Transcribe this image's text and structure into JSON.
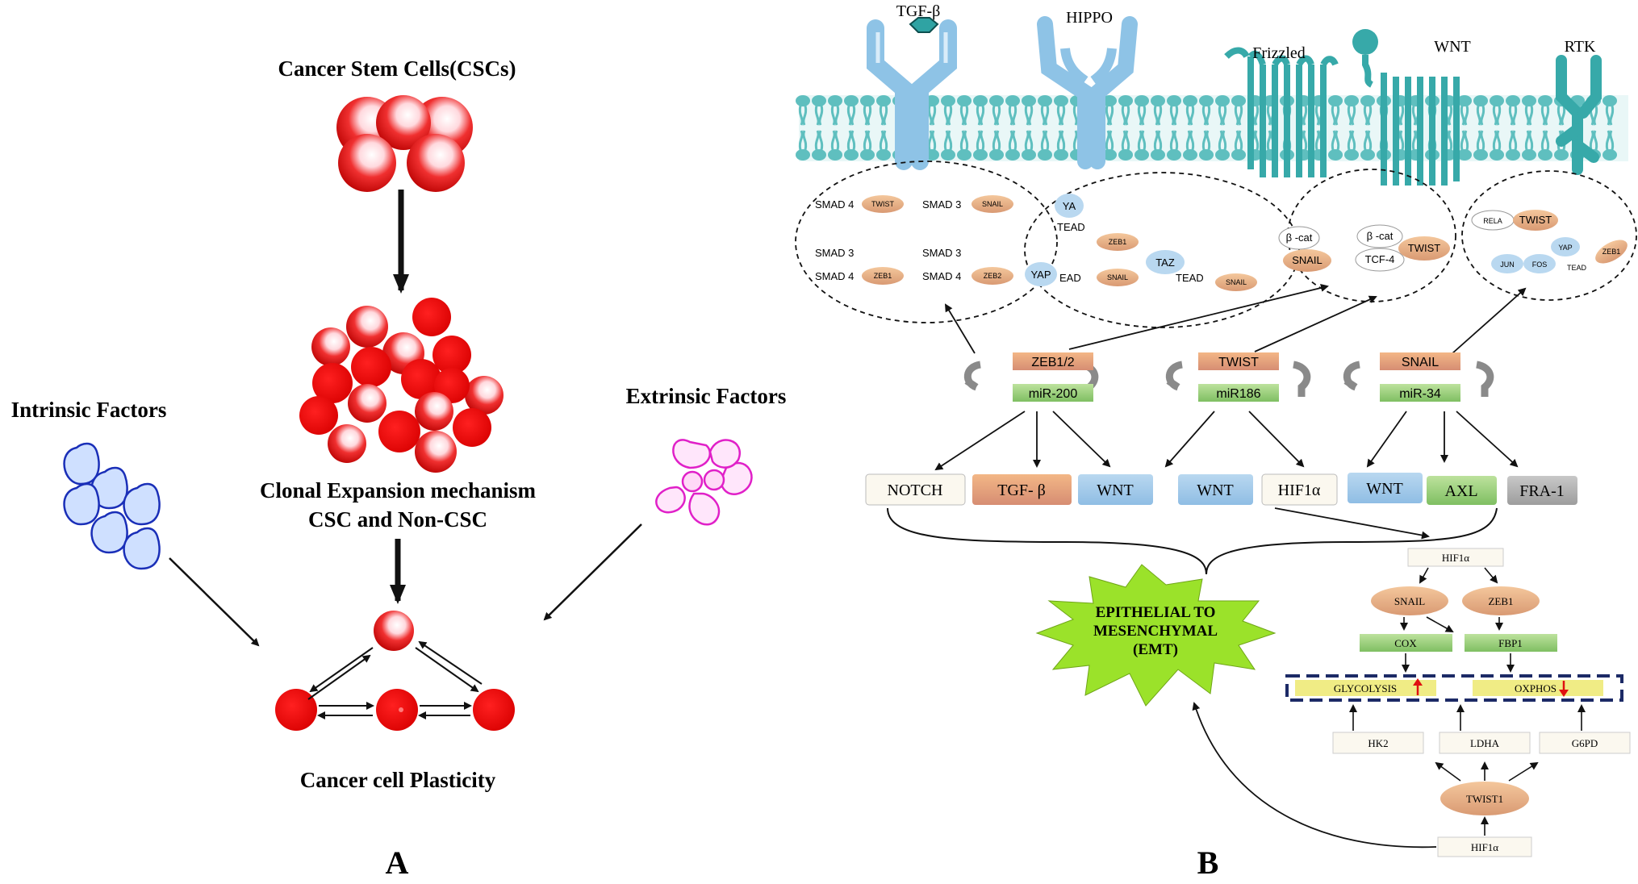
{
  "panel_a": {
    "csc_title": "Cancer Stem Cells(CSCs)",
    "clonal_line1": "Clonal Expansion mechanism",
    "clonal_line2": "CSC and Non-CSC",
    "intrinsic": "Intrinsic Factors",
    "extrinsic": "Extrinsic Factors",
    "plasticity": "Cancer cell Plasticity",
    "letter": "A"
  },
  "panel_b": {
    "letter": "B",
    "receptors": {
      "tgfb": "TGF-β",
      "hippo": "HIPPO",
      "frizzled": "Frizzled",
      "wnt": "WNT",
      "rtk": "RTK"
    },
    "cluster1": {
      "smad4a": "SMAD 4",
      "twist": "TWIST",
      "smad3a": "SMAD 3",
      "snail": "SNAIL",
      "smad3b": "SMAD 3",
      "smad3c": "SMAD 3",
      "smad4b": "SMAD 4",
      "zeb1": "ZEB1",
      "smad4c": "SMAD 4",
      "zeb2": "ZEB2"
    },
    "cluster2": {
      "ya": "YA",
      "tead1": "TEAD",
      "zeb1": "ZEB1",
      "taz": "TAZ",
      "yap": "YAP",
      "ead": "EAD",
      "snail1": "SNAIL",
      "tead2": "TEAD",
      "snail2": "SNAIL"
    },
    "cluster3": {
      "bcat1": "β -cat",
      "snail": "SNAIL",
      "bcat2": "β -cat",
      "tcf4": "TCF-4",
      "twist": "TWIST"
    },
    "cluster4": {
      "rela": "RELA",
      "twist": "TWIST",
      "yap": "YAP",
      "jun": "JUN",
      "fos": "FOS",
      "tead": "TEAD",
      "zeb1": "ZEB1"
    },
    "mirna": {
      "zeb": "ZEB1/2",
      "mir200": "miR-200",
      "twist": "TWIST",
      "mir186": "miR186",
      "snail": "SNAIL",
      "mir34": "miR-34"
    },
    "targets": {
      "notch": "NOTCH",
      "tgfb": "TGF- β",
      "wnt1": "WNT",
      "wnt2": "WNT",
      "hif1a": "HIF1α",
      "wnt3": "WNT",
      "axl": "AXL",
      "fra1": "FRA-1"
    },
    "emt": {
      "line1": "EPITHELIAL TO",
      "line2": "MESENCHYMAL",
      "line3": "(EMT)"
    },
    "metab": {
      "hif_top": "HIF1α",
      "snail": "SNAIL",
      "zeb1": "ZEB1",
      "cox": "COX",
      "fbp1": "FBP1",
      "glycolysis": "GLYCOLYSIS",
      "oxphos": "OXPHOS",
      "hk2": "HK2",
      "ldha": "LDHA",
      "g6pd": "G6PD",
      "twist1": "TWIST1",
      "hif_bottom": "HIF1α"
    },
    "colors": {
      "membrane": "#5fbfbf",
      "receptor_tgf": "#8ec3e6",
      "receptor_wnt": "#37a9a9",
      "emt_star": "#9be22a"
    }
  }
}
